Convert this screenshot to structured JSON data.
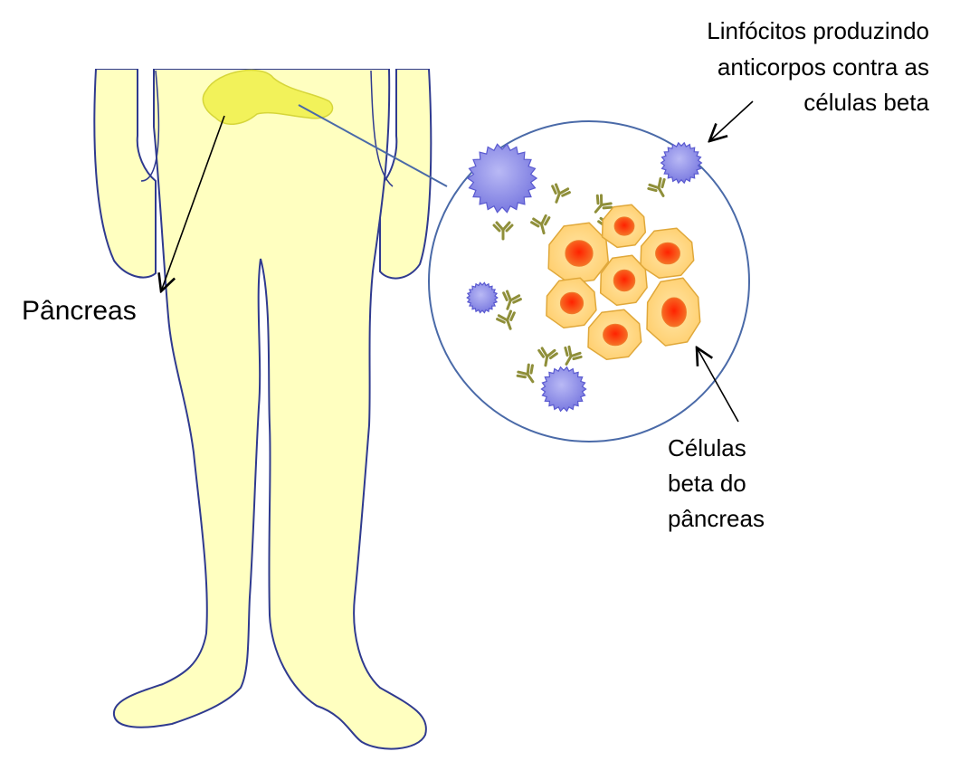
{
  "labels": {
    "pancreas": "Pâncreas",
    "lymphocytes": [
      "Linfócitos produzindo",
      "anticorpos contra as",
      "células beta"
    ],
    "beta_cells": [
      "Células",
      "beta do",
      "pâncreas"
    ]
  },
  "colors": {
    "body_fill": "#ffffc0",
    "body_outline": "#2f3a8f",
    "pancreas_fill": "#f2f25a",
    "pancreas_outline": "#d6d63a",
    "zoom_circle_stroke": "#4a6aa8",
    "lymphocyte_fill": "#8f8fe8",
    "lymphocyte_outline": "#5a5ad0",
    "antibody": "#8f8f3a",
    "beta_cell_fill": "#ffd77a",
    "beta_cell_outline": "#e0a83a",
    "nucleus_fill": "#f25a1a",
    "nucleus_core": "#ff2a00"
  }
}
